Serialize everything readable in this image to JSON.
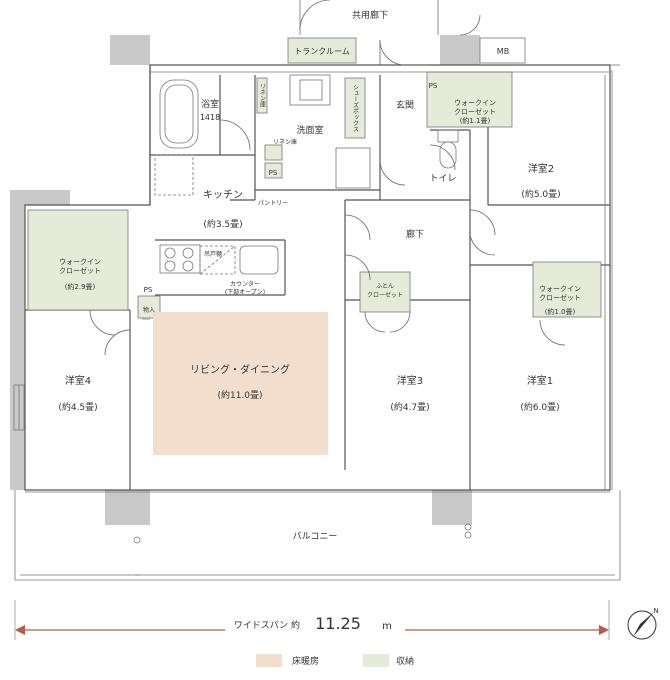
{
  "colors": {
    "floor_heating": "#f3ddcc",
    "storage": "#e6ead8",
    "wall": "#c9c9c9"
  },
  "labels": {
    "common_corridor": "共用廊下",
    "trunk_room": "トランクルーム",
    "mb": "MB",
    "bath": "浴室",
    "bath_size": "1418",
    "linen_shelf_1": "リネン庫",
    "linen_shelf_2": "リネン庫",
    "washroom": "洗面室",
    "shoes_box": "シューズボックス",
    "entrance": "玄関",
    "ps_1": "PS",
    "ps_2": "PS",
    "ps_3": "PS",
    "wic_top": "ウォークイン\nクローゼット",
    "wic_top_size": "(約1.1畳)",
    "toilet": "トイレ",
    "bedroom2": "洋室2",
    "bedroom2_size": "(約5.0畳)",
    "kitchen": "キッチン",
    "kitchen_size": "(約3.5畳)",
    "pantry": "パントリー",
    "hall": "廊下",
    "wic_left": "ウォークイン\nクローゼット",
    "wic_left_size": "(約2.9畳)",
    "cupboard": "吊戸棚",
    "counter": "カウンター",
    "counter_note": "(下部オープン)",
    "futon_closet": "ふとん\nクローゼット",
    "wic_right": "ウォークイン\nクローゼット",
    "wic_right_size": "(約1.0畳)",
    "storage_small": "物入",
    "living": "リビング・ダイニング",
    "living_size": "(約11.0畳)",
    "bedroom4": "洋室4",
    "bedroom4_size": "(約4.5畳)",
    "bedroom3": "洋室3",
    "bedroom3_size": "(約4.7畳)",
    "bedroom1": "洋室1",
    "bedroom1_size": "(約6.0畳)",
    "balcony": "バルコニー",
    "width_span_label": "ワイドスパン 約",
    "width_span_value": "11.25",
    "width_span_unit": "m",
    "compass": "N"
  },
  "legend": [
    {
      "label": "床暖房",
      "color": "#f3ddcc"
    },
    {
      "label": "収納",
      "color": "#e6ead8"
    }
  ]
}
